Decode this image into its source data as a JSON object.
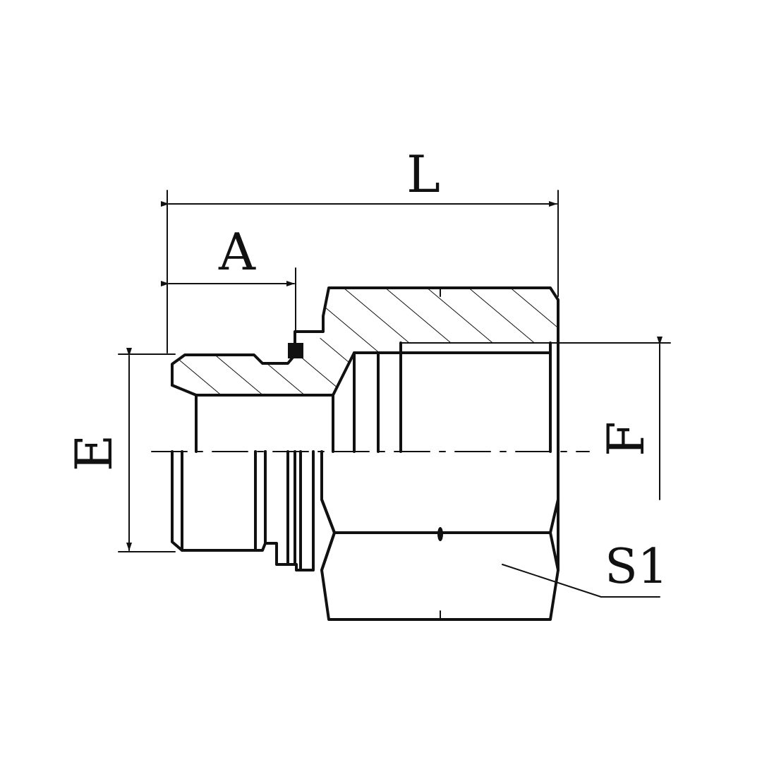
{
  "labels": {
    "overall_length": "L",
    "thread_length": "A",
    "male_thread_diameter": "E",
    "female_thread_diameter": "F",
    "hex_size": "S1"
  },
  "colors": {
    "line": "#111111",
    "background": "#ffffff"
  }
}
